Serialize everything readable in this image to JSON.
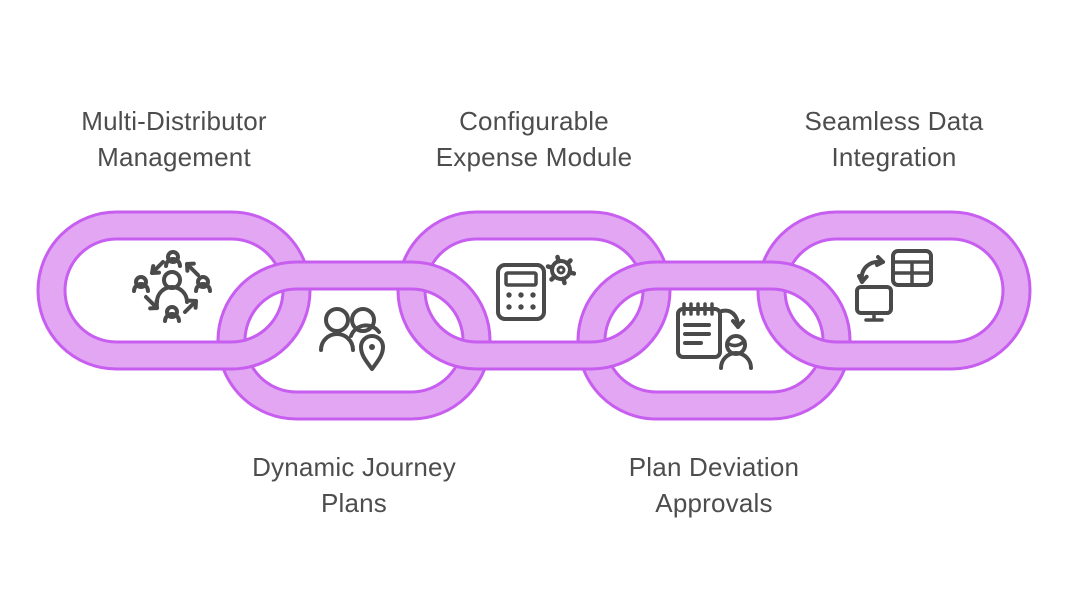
{
  "theme": {
    "chain_fill": "#e2a6f3",
    "chain_stroke": "#c75ef0",
    "icon_stroke": "#4a4a4a",
    "label_color": "#4d4d4d",
    "background": "#ffffff"
  },
  "diagram": {
    "type": "chain-link-infographic",
    "link_count": 5
  },
  "links": [
    {
      "label": "Multi-Distributor\nManagement",
      "position": "top",
      "icon": "people-network-icon"
    },
    {
      "label": "Dynamic Journey\nPlans",
      "position": "bottom",
      "icon": "people-location-icon"
    },
    {
      "label": "Configurable\nExpense Module",
      "position": "top",
      "icon": "calculator-gear-icon"
    },
    {
      "label": "Plan Deviation\nApprovals",
      "position": "bottom",
      "icon": "clipboard-approval-icon"
    },
    {
      "label": "Seamless Data\nIntegration",
      "position": "top",
      "icon": "data-sync-icon"
    }
  ]
}
